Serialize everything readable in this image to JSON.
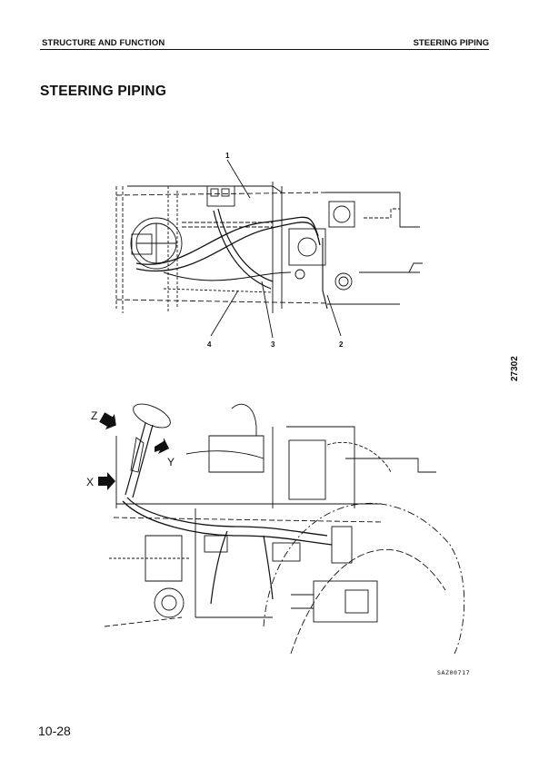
{
  "header": {
    "section": "STRUCTURE AND FUNCTION",
    "topic": "STEERING PIPING"
  },
  "title": "STEERING PIPING",
  "side_code": "27302",
  "figure_code": "SAZ00717",
  "page_number": "10-28",
  "top_view": {
    "callouts": [
      "1",
      "4",
      "3",
      "2"
    ]
  },
  "side_view": {
    "view_arrows": [
      "Z",
      "Y",
      "X"
    ]
  }
}
